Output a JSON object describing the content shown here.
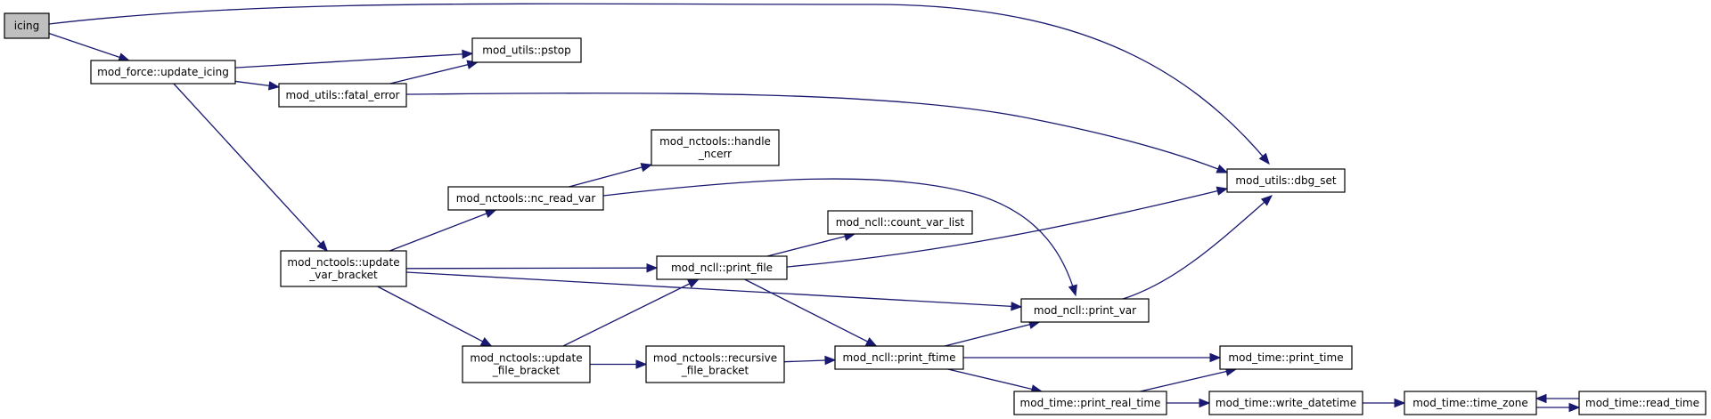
{
  "graph": {
    "nodes": [
      {
        "id": "icing",
        "lines": [
          "icing"
        ],
        "root": true
      },
      {
        "id": "update_icing",
        "lines": [
          "mod_force::update_icing"
        ]
      },
      {
        "id": "pstop",
        "lines": [
          "mod_utils::pstop"
        ]
      },
      {
        "id": "fatal_error",
        "lines": [
          "mod_utils::fatal_error"
        ]
      },
      {
        "id": "handle_ncerr",
        "lines": [
          "mod_nctools::handle",
          "_ncerr"
        ]
      },
      {
        "id": "dbg_set",
        "lines": [
          "mod_utils::dbg_set"
        ]
      },
      {
        "id": "nc_read_var",
        "lines": [
          "mod_nctools::nc_read_var"
        ]
      },
      {
        "id": "count_var_list",
        "lines": [
          "mod_ncll::count_var_list"
        ]
      },
      {
        "id": "update_var_bracket",
        "lines": [
          "mod_nctools::update",
          "_var_bracket"
        ]
      },
      {
        "id": "print_file",
        "lines": [
          "mod_ncll::print_file"
        ]
      },
      {
        "id": "print_var",
        "lines": [
          "mod_ncll::print_var"
        ]
      },
      {
        "id": "update_file_bracket",
        "lines": [
          "mod_nctools::update",
          "_file_bracket"
        ]
      },
      {
        "id": "recursive_file_bracket",
        "lines": [
          "mod_nctools::recursive",
          "_file_bracket"
        ]
      },
      {
        "id": "print_ftime",
        "lines": [
          "mod_ncll::print_ftime"
        ]
      },
      {
        "id": "print_time",
        "lines": [
          "mod_time::print_time"
        ]
      },
      {
        "id": "print_real_time",
        "lines": [
          "mod_time::print_real_time"
        ]
      },
      {
        "id": "write_datetime",
        "lines": [
          "mod_time::write_datetime"
        ]
      },
      {
        "id": "time_zone",
        "lines": [
          "mod_time::time_zone"
        ]
      },
      {
        "id": "read_time",
        "lines": [
          "mod_time::read_time"
        ]
      }
    ],
    "edges": [
      {
        "from": "icing",
        "to": "update_icing"
      },
      {
        "from": "icing",
        "to": "dbg_set"
      },
      {
        "from": "update_icing",
        "to": "pstop"
      },
      {
        "from": "update_icing",
        "to": "fatal_error"
      },
      {
        "from": "update_icing",
        "to": "update_var_bracket"
      },
      {
        "from": "fatal_error",
        "to": "pstop"
      },
      {
        "from": "fatal_error",
        "to": "dbg_set"
      },
      {
        "from": "nc_read_var",
        "to": "handle_ncerr"
      },
      {
        "from": "nc_read_var",
        "to": "print_var"
      },
      {
        "from": "update_var_bracket",
        "to": "nc_read_var"
      },
      {
        "from": "update_var_bracket",
        "to": "print_file"
      },
      {
        "from": "update_var_bracket",
        "to": "print_var"
      },
      {
        "from": "update_var_bracket",
        "to": "update_file_bracket"
      },
      {
        "from": "print_file",
        "to": "count_var_list"
      },
      {
        "from": "print_file",
        "to": "dbg_set"
      },
      {
        "from": "print_file",
        "to": "print_ftime"
      },
      {
        "from": "print_var",
        "to": "dbg_set"
      },
      {
        "from": "update_file_bracket",
        "to": "print_file"
      },
      {
        "from": "update_file_bracket",
        "to": "recursive_file_bracket"
      },
      {
        "from": "recursive_file_bracket",
        "to": "print_ftime"
      },
      {
        "from": "print_ftime",
        "to": "print_var"
      },
      {
        "from": "print_ftime",
        "to": "print_time"
      },
      {
        "from": "print_ftime",
        "to": "print_real_time"
      },
      {
        "from": "print_real_time",
        "to": "print_time"
      },
      {
        "from": "print_real_time",
        "to": "write_datetime"
      },
      {
        "from": "write_datetime",
        "to": "time_zone"
      },
      {
        "from": "time_zone",
        "to": "read_time"
      },
      {
        "from": "read_time",
        "to": "time_zone"
      }
    ]
  }
}
